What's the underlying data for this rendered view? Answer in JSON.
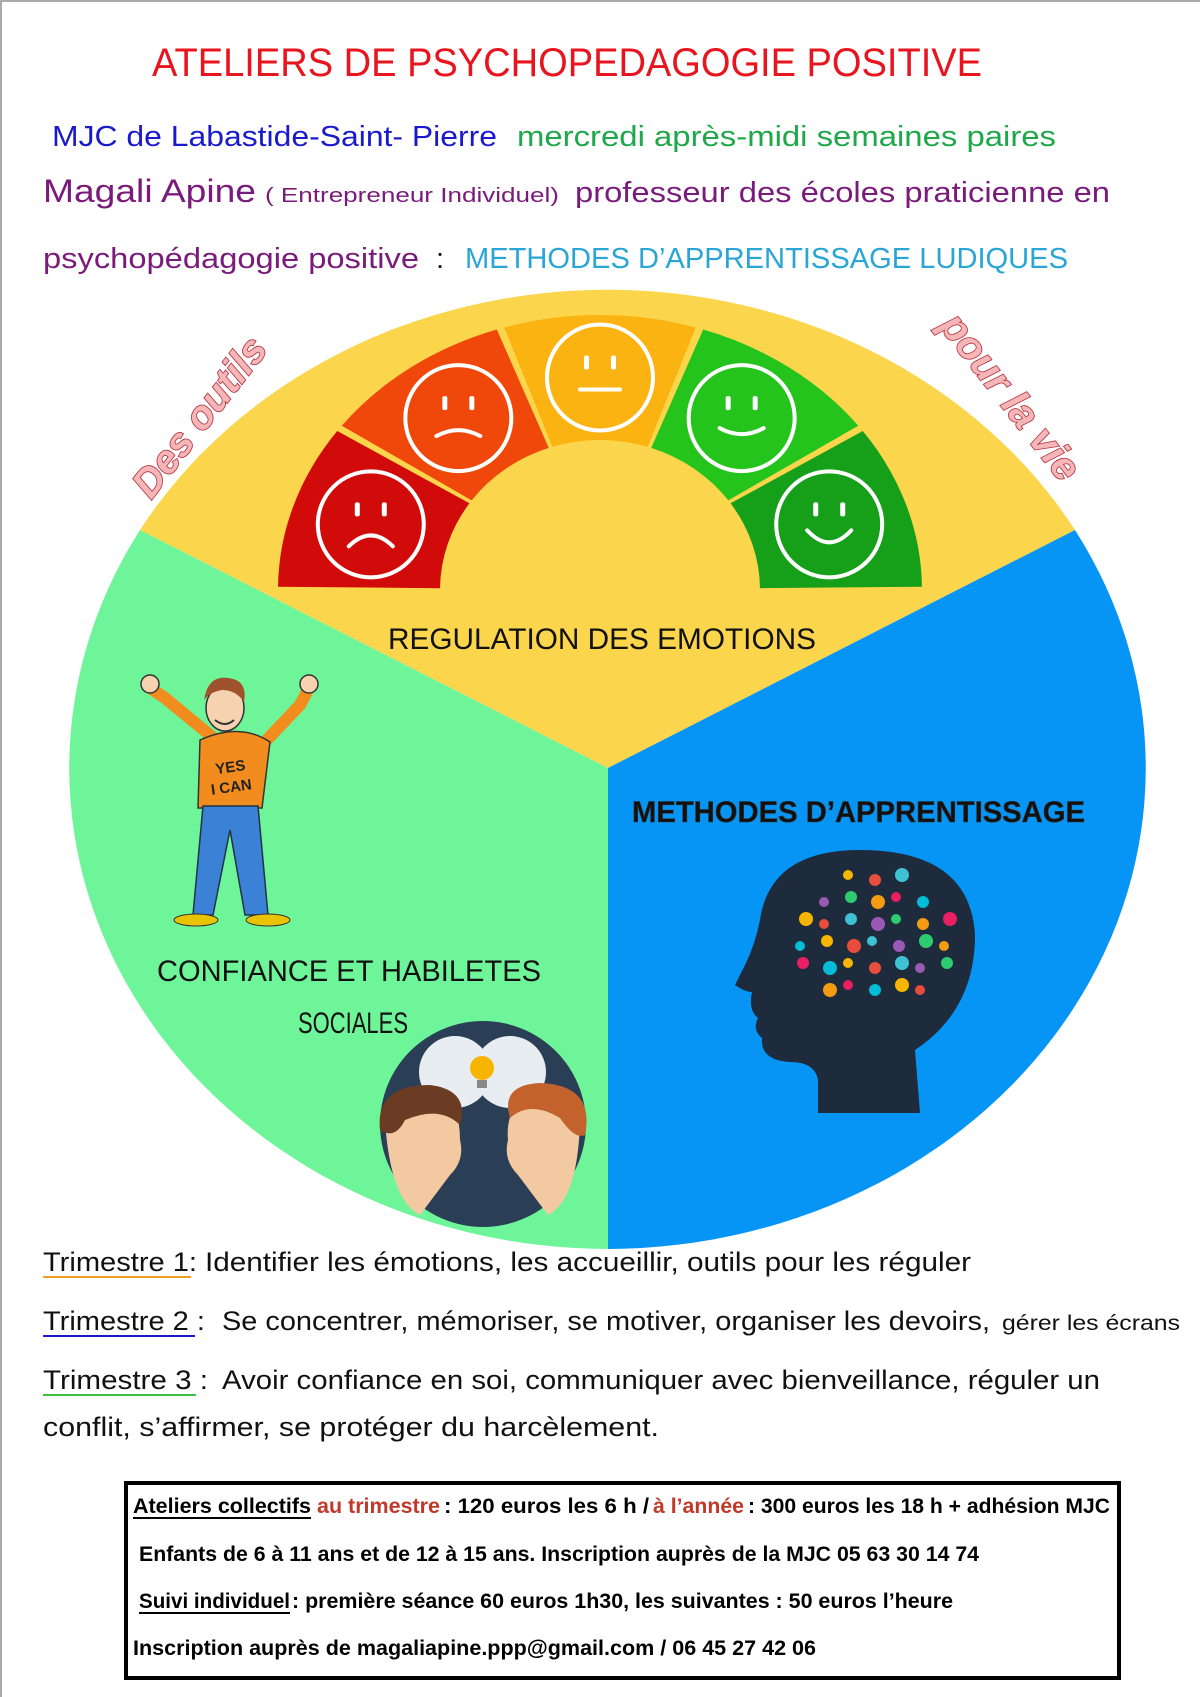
{
  "header": {
    "title": "ATELIERS DE PSYCHOPEDAGOGIE POSITIVE",
    "location": "MJC de Labastide-Saint- Pierre",
    "schedule": "mercredi après-midi semaines paires",
    "name": "Magali Apine",
    "status": "( Entrepreneur Individuel)",
    "role_line1": "professeur des écoles praticienne en",
    "role_line2": "psychopédagogie positive",
    "colon": ":",
    "tagline": "METHODES D’APPRENTISSAGE LUDIQUES"
  },
  "wheel": {
    "curve_left": "Des outils",
    "curve_right": "pour la vie",
    "sections": {
      "top": "REGULATION DES EMOTIONS",
      "right": "METHODES D’APPRENTISSAGE",
      "left_line1": "CONFIANCE ET HABILETES",
      "left_line2": "SOCIALES"
    },
    "boy_shirt_text": "YES I CAN",
    "gauge_moods": [
      "very-sad",
      "sad",
      "neutral",
      "happy",
      "very-happy"
    ],
    "colors": {
      "yellow": "#fbd54b",
      "green": "#6ef59a",
      "blue": "#0795f5",
      "gauge": [
        "#d10a0a",
        "#f0480a",
        "#fbb312",
        "#24c41c",
        "#16a01a"
      ]
    }
  },
  "trimestres": [
    {
      "label": "Trimestre 1:",
      "text": "Identifier les émotions, les accueillir, outils pour les réguler",
      "color": "#f0a020"
    },
    {
      "label": "Trimestre 2 :",
      "text": "Se concentrer, mémoriser, se motiver, organiser les devoirs,",
      "extra": "gérer les écrans",
      "color": "#1a1acc"
    },
    {
      "label": "Trimestre 3 :",
      "text": "Avoir confiance en soi, communiquer avec bienveillance, réguler un",
      "cont": "conflit,  s’affirmer,  se protéger du harcèlement.",
      "color": "#3cc040"
    }
  ],
  "info_box": {
    "line1": {
      "a": "Ateliers  collectifs",
      "b": "au trimestre",
      "c": ": 120 euros  les 6 h /",
      "d": "à l’année",
      "e": ": 300 euros les 18 h  + adhésion MJC"
    },
    "line2": "Enfants de 6 à 11 ans et de 12 à 15 ans.  Inscription auprès de la MJC  05 63 30 14 74",
    "line3": {
      "a": "Suivi individuel",
      "b": ": première séance 60 euros 1h30, les suivantes  : 50 euros  l’heure"
    },
    "line4": "Inscription auprès de magaliapine.ppp@gmail.com  / 06 45 27 42 06"
  }
}
